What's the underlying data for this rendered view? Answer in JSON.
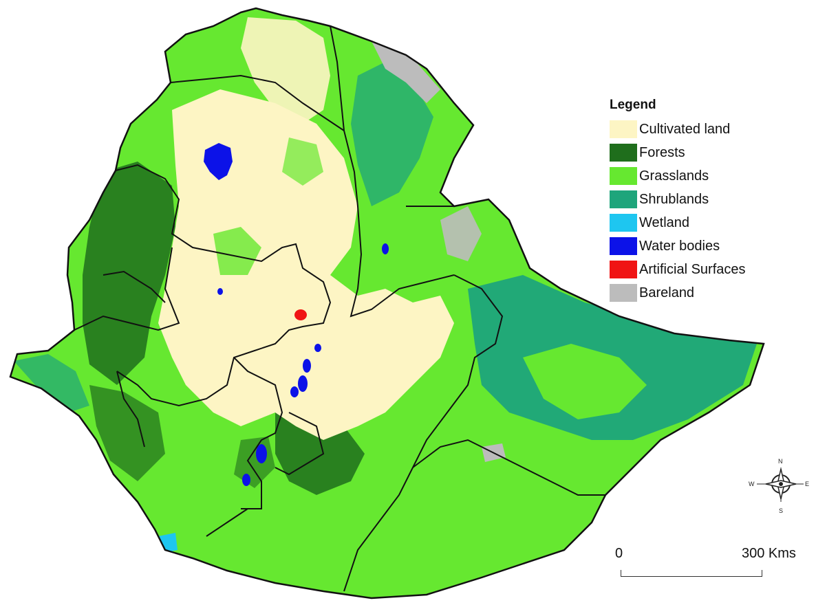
{
  "legend": {
    "title": "Legend",
    "items": [
      {
        "label": "Cultivated land",
        "color": "#fdf5c4"
      },
      {
        "label": "Forests",
        "color": "#1f6e1c"
      },
      {
        "label": "Grasslands",
        "color": "#66e830"
      },
      {
        "label": "Shrublands",
        "color": "#1ea57b"
      },
      {
        "label": "Wetland",
        "color": "#1ec6f0"
      },
      {
        "label": "Water bodies",
        "color": "#0c12e8"
      },
      {
        "label": "Artificial Surfaces",
        "color": "#f01414"
      },
      {
        "label": "Bareland",
        "color": "#bcbcbc"
      }
    ]
  },
  "scale_bar": {
    "zero_label": "0",
    "max_label": "300 Kms"
  },
  "north_arrow": {
    "north": "N",
    "south": "S",
    "east": "E",
    "west": "W"
  },
  "colors": {
    "boundary": "#111111",
    "cultivated": "#fdf5c4",
    "forest": "#1f6e1c",
    "grassland": "#66e830",
    "shrubland": "#1ea57b",
    "wetland": "#1ec6f0",
    "water": "#0c12e8",
    "artificial": "#f01414",
    "bareland": "#bcbcbc"
  }
}
